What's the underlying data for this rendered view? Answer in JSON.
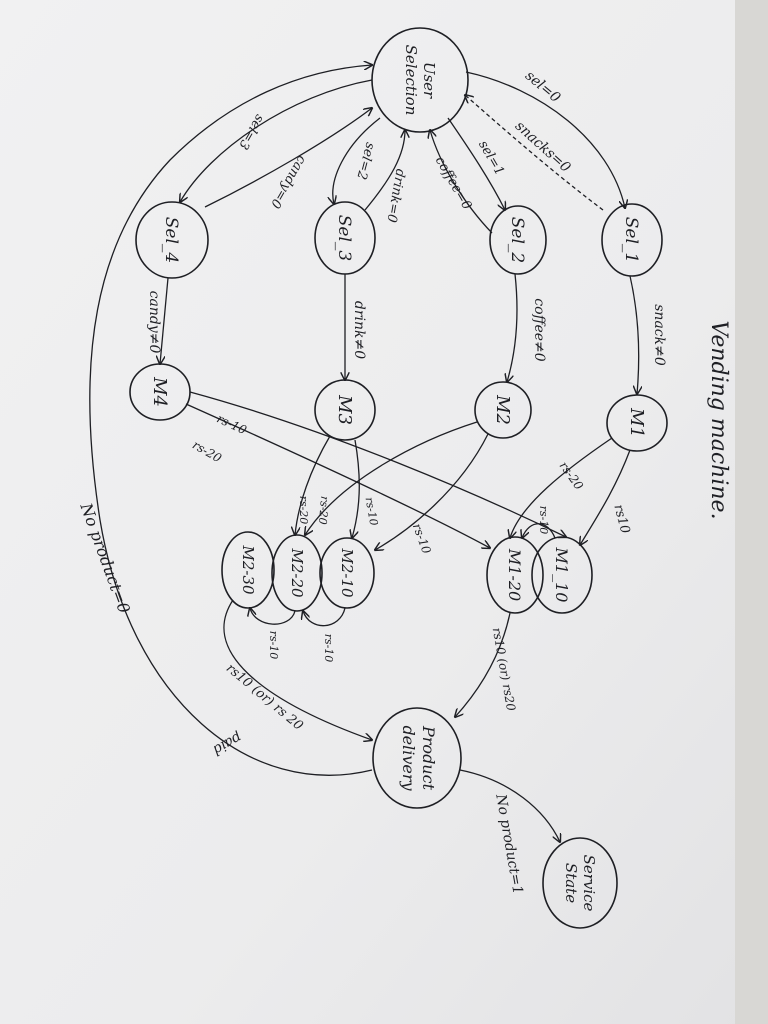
{
  "diagram": {
    "title": "Vending machine.",
    "states": {
      "user_selection": [
        "User",
        "Selection"
      ],
      "sel_1": "Sel_1",
      "sel_2": "Sel_2",
      "sel_3": "Sel_3",
      "sel_4": "Sel_4",
      "m1": "M1",
      "m2": "M2",
      "m3": "M3",
      "m4": "M4",
      "m1_10": "M1_10",
      "m1_20": "M1-20",
      "m2_10": "M2-10",
      "m2_20": "M2-20",
      "m2_30": "M2-30",
      "product_delivery": [
        "Product",
        "delivery"
      ],
      "service_state": [
        "Service",
        "State"
      ]
    },
    "transitions": {
      "us_to_sel1": "sel=0",
      "sel1_to_us": "snacks=0",
      "us_to_sel2": "sel=1",
      "sel2_to_us": "coffee=0",
      "us_to_sel3": "sel=2",
      "sel3_to_us": "drink=0",
      "us_to_sel4": "sel=3",
      "sel4_to_us": "candy=0",
      "sel1_to_m1": "snack≠0",
      "sel2_to_m2": "coffee≠0",
      "sel3_to_m3": "drink≠0",
      "sel4_to_m4": "candy≠0",
      "m1_to_m1_10": "rs10",
      "m1_to_m1_20": "rs-20",
      "m1_10_to_m1_20": "rs-10",
      "m2_to_m2_10": "rs-10",
      "m2_to_m2_20": "rs-20",
      "m3_to_m2_10": "rs-10",
      "m3_to_m2_20": "rs-20",
      "m4_to_m1_10": "rs-10",
      "m4_to_m1_20": "rs-20",
      "m2_10_to_m2_20": "rs-10",
      "m2_20_to_m2_30": "rs-10",
      "m1_to_pd": "rs10 (or) rs20",
      "m2_to_pd": "rs10 (or) rs 20",
      "pd_to_service": "No product=1",
      "no_product_zero": "No product=0",
      "paid": "paid"
    }
  }
}
